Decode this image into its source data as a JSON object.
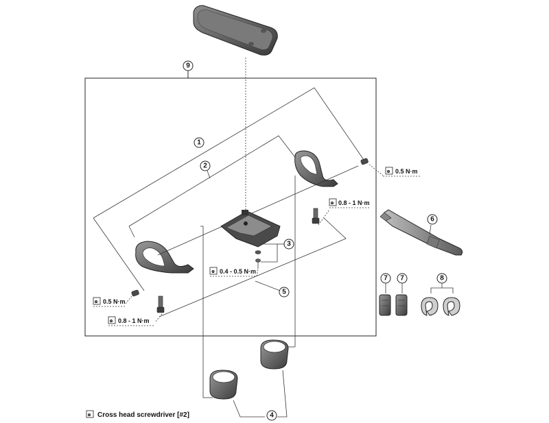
{
  "callouts": {
    "c1": "1",
    "c2": "2",
    "c3": "3",
    "c4": "4",
    "c5": "5",
    "c6": "6",
    "c7a": "7",
    "c7b": "7",
    "c8": "8",
    "c9": "9"
  },
  "torques": {
    "t_right_top": "0.5 N·m",
    "t_right_mid": "0.8 - 1 N·m",
    "t_center": "0.4 - 0.5 N·m",
    "t_left_top": "0.5 N·m",
    "t_left_bottom": "0.8 - 1 N·m"
  },
  "legend": {
    "text": "Cross head screwdriver [#2]"
  },
  "colors": {
    "part_dark": "#2e2e2e",
    "part_mid": "#6a6a6a",
    "part_light": "#a8a8a8",
    "line": "#222222"
  }
}
